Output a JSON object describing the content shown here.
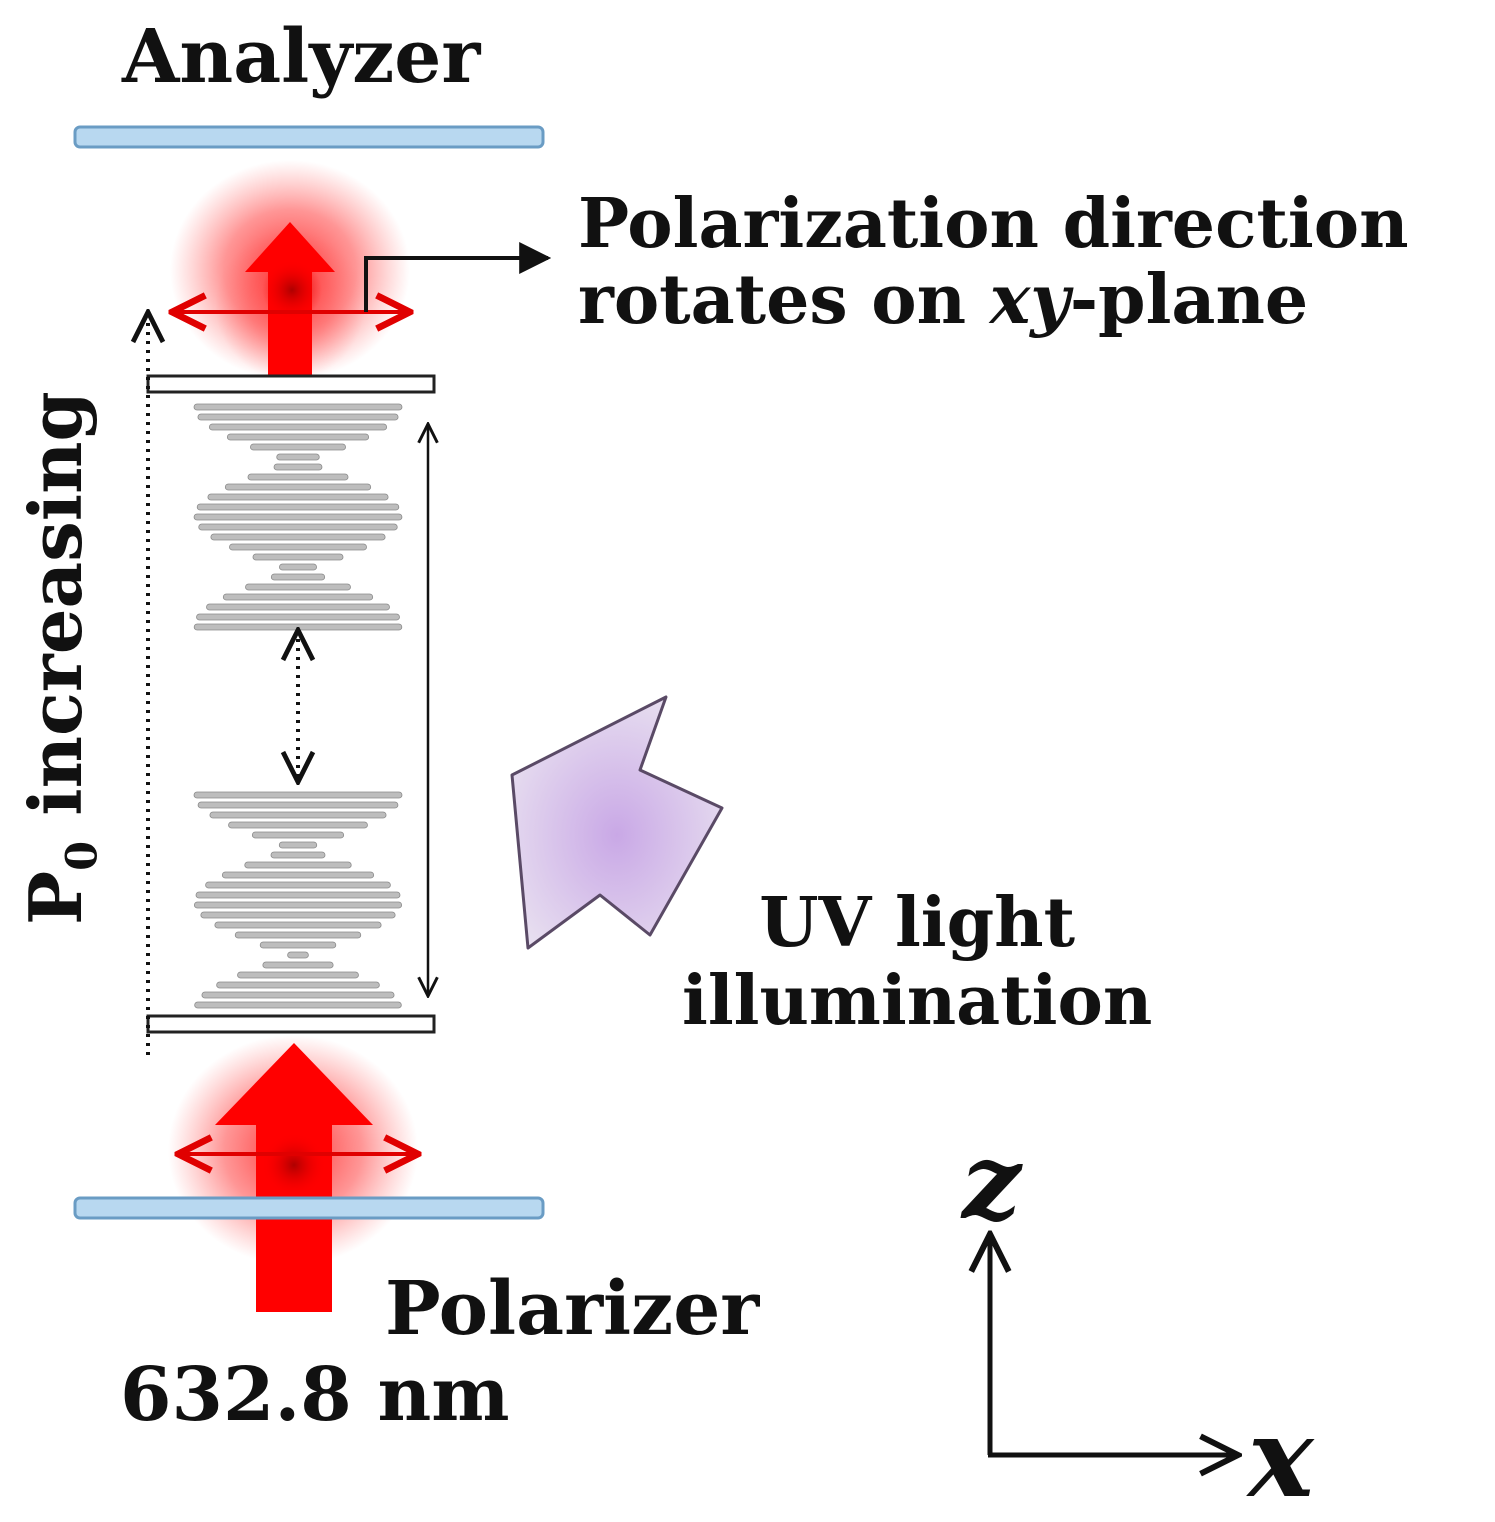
{
  "labels": {
    "analyzer": "Analyzer",
    "polarization_line1": "Polarization direction",
    "polarization_line2_pre": "rotates on ",
    "polarization_line2_italic": "xy",
    "polarization_line2_post": "-plane",
    "uv_line1": "UV light",
    "uv_line2": "illumination",
    "polarizer": "Polarizer",
    "wavelength": "632.8 nm",
    "p0_main": "P",
    "p0_sub": "0",
    "p0_rest": " increasing",
    "axis_z": "z",
    "axis_x": "x"
  },
  "colors": {
    "polarizer_plate": "#b8d8f0",
    "plate_border": "#6a9cc4",
    "light_beam": "#ff0000",
    "glow": "#ff3030",
    "uv_arrow": "#d6c6e6",
    "layers": "#bdbdbd",
    "lines": "#111111"
  }
}
